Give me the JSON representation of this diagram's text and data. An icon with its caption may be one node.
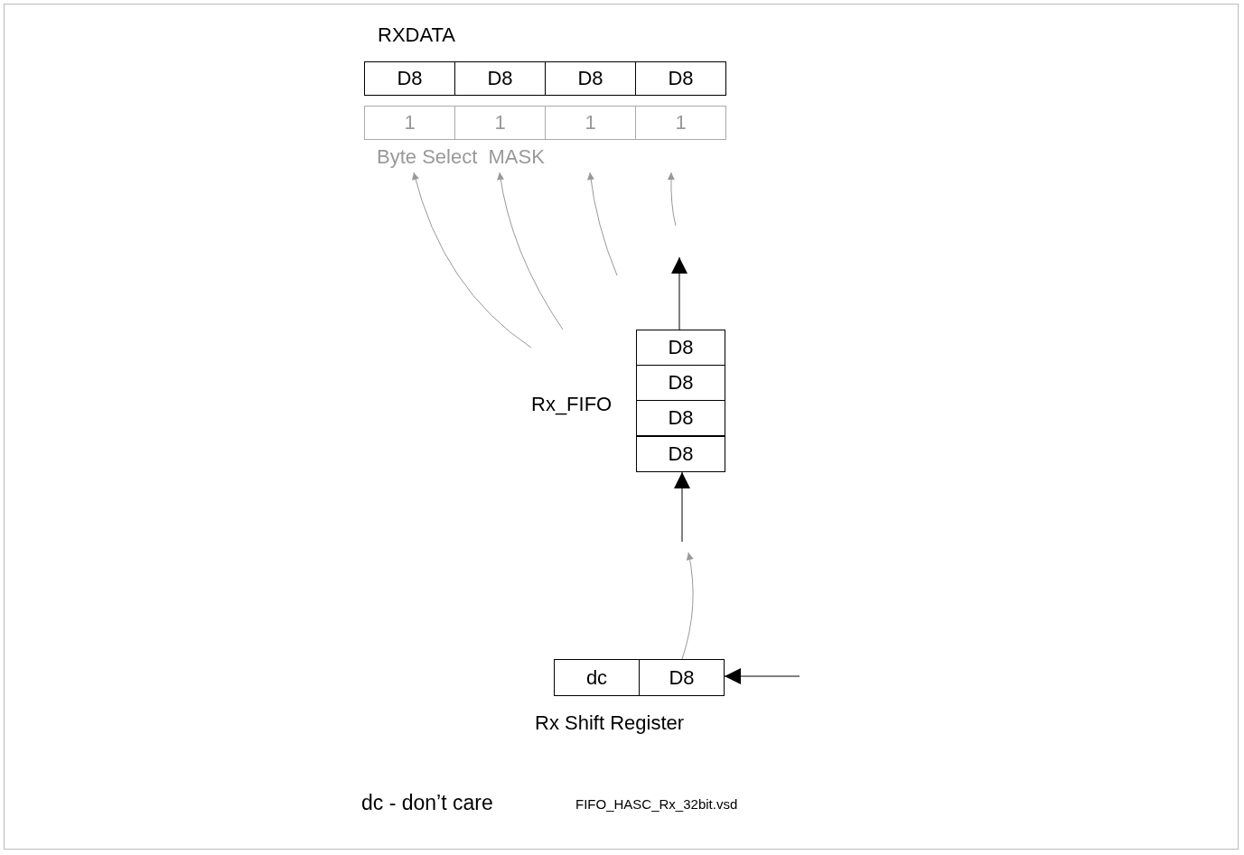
{
  "diagram": {
    "nodes": [
      {
        "text": [
          "RXDATA"
        ]
      },
      {
        "text": [
          "D8"
        ],
        "in": 0
      },
      {
        "text": [
          "D8"
        ],
        "in": 0
      },
      {
        "text": [
          "D8"
        ],
        "in": 0
      },
      {
        "text": [
          "D8"
        ],
        "in": 0
      },
      {
        "text": [
          "Byte Select  MASK"
        ]
      },
      {
        "text": [
          "1"
        ],
        "in": 5
      },
      {
        "text": [
          "1"
        ],
        "in": 5
      },
      {
        "text": [
          "1"
        ],
        "in": 5
      },
      {
        "text": [
          "1"
        ],
        "in": 5
      },
      {
        "text": [
          "Rx_FIFO"
        ]
      },
      {
        "text": [
          "D8"
        ],
        "in": 10
      },
      {
        "text": [
          "D8"
        ],
        "in": 10
      },
      {
        "text": [
          "D8"
        ],
        "in": 10
      },
      {
        "text": [
          "D8"
        ],
        "in": 10
      },
      {
        "text": [
          "Rx Shift Register"
        ]
      },
      {
        "text": [
          "dc"
        ],
        "in": 15
      },
      {
        "text": [
          "D8"
        ],
        "in": 15
      }
    ],
    "edges": [
      {
        "from": 10,
        "to": null,
        "arrow": "to",
        "color": "#000000"
      },
      {
        "from": 10,
        "to": 5,
        "arrow": "to",
        "color": "#999999"
      },
      {
        "from": 10,
        "to": 5,
        "arrow": "to",
        "color": "#999999"
      },
      {
        "from": null,
        "to": 5,
        "arrow": "to",
        "color": "#999999"
      },
      {
        "from": null,
        "to": 5,
        "arrow": "to",
        "color": "#999999"
      },
      {
        "from": 17,
        "to": null,
        "arrow": "to",
        "color": "#999999"
      },
      {
        "from": null,
        "to": 10,
        "arrow": "to",
        "color": "#000000"
      },
      {
        "from": null,
        "to": 17,
        "arrow": "to",
        "color": "#000000"
      }
    ],
    "labels": [
      "dc - don’t care",
      "FIFO_HASC_Rx_32bit.vsd"
    ]
  }
}
